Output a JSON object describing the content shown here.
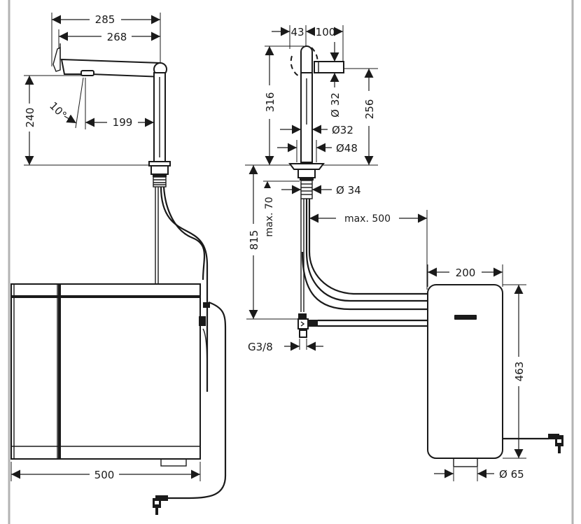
{
  "drawing": {
    "title": "Kitchen tap with boiling water unit - dimension drawing",
    "side_view": {
      "spout_reach_total": "285",
      "spout_reach_outlet": "268",
      "spout_height": "240",
      "spray_angle": "10°",
      "outlet_to_body": "199",
      "cabinet_width": "500"
    },
    "front_view": {
      "handle_offset": "43",
      "handle_length": "100",
      "total_height": "316",
      "handle_height": "256",
      "handle_diameter": "Ø 32",
      "body_diameter": "Ø32",
      "base_diameter": "Ø48",
      "shank_diameter": "Ø 34",
      "max_deck_thickness": "max. 70",
      "hose_length": "815",
      "hose_reach": "max. 500",
      "connection_thread": "G3/8"
    },
    "boiler_unit": {
      "width": "200",
      "height": "463",
      "outlet_diameter": "Ø 65"
    },
    "icons": {
      "plug": "power-plug-icon",
      "angle_valve": "angle-valve-icon"
    }
  }
}
